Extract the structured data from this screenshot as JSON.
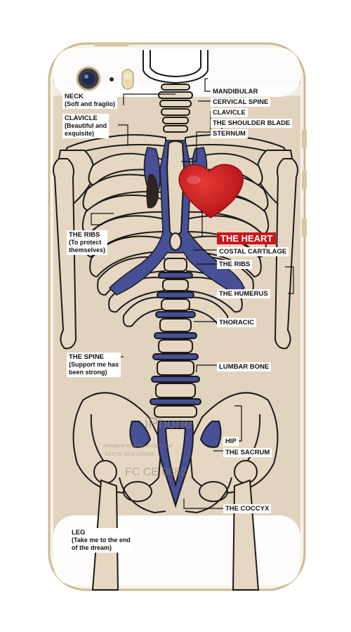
{
  "colors": {
    "phone_back": "#e2d3bf",
    "phone_frame": "#dcc9a8",
    "bone_fill": "#e6d7c2",
    "bone_outline": "#1a1a1a",
    "cartilage": "#474f96",
    "heart": "#d8211f",
    "heart_tag_bg": "#c8161d",
    "label_bg": "#ffffff"
  },
  "labels": {
    "neck": {
      "title": "NECK",
      "sub": "(Soft and fragilo)"
    },
    "clavicle_left": {
      "title": "CLAVICLE",
      "sub1": "(Beautiful and",
      "sub2": "exquisite)"
    },
    "ribs_left": {
      "title": "THE RIBS",
      "sub1": "(To protect",
      "sub2": "themselves)"
    },
    "spine": {
      "title": "THE SPINE",
      "sub1": "(Support me has",
      "sub2": "been strong)"
    },
    "leg": {
      "title": "LEG",
      "sub1": "(Take me to the end",
      "sub2": "of the dream)"
    },
    "mandibular": "MANDIBULAR",
    "cervical_spine": "CERVICAL SPINE",
    "clavicle_right": "CLAVICLE",
    "shoulder_blade": "THE SHOULDER BLADE",
    "sternum": "STERNUM",
    "heart": "THE HEART",
    "costal_cartilage": "COSTAL CARTILAGE",
    "ribs_right": "THE RIBS",
    "humerus": "THE HUMERUS",
    "thoracic": "THORACIC",
    "lumbar": "LUMBAR BONE",
    "hip": "HIP",
    "sacrum": "THE SACRUM",
    "coccyx": "THE COCCYX"
  },
  "watermark": {
    "brand": "iPhone",
    "designed": "Designed by Apple in California",
    "fcc": "FCC ID: BCG-E2642A",
    "marks": "FC CE 0682"
  },
  "icons": [
    "camera-lens-icon",
    "flash-icon",
    "mic-dot-icon",
    "volume-button-icon",
    "mute-switch-icon"
  ]
}
